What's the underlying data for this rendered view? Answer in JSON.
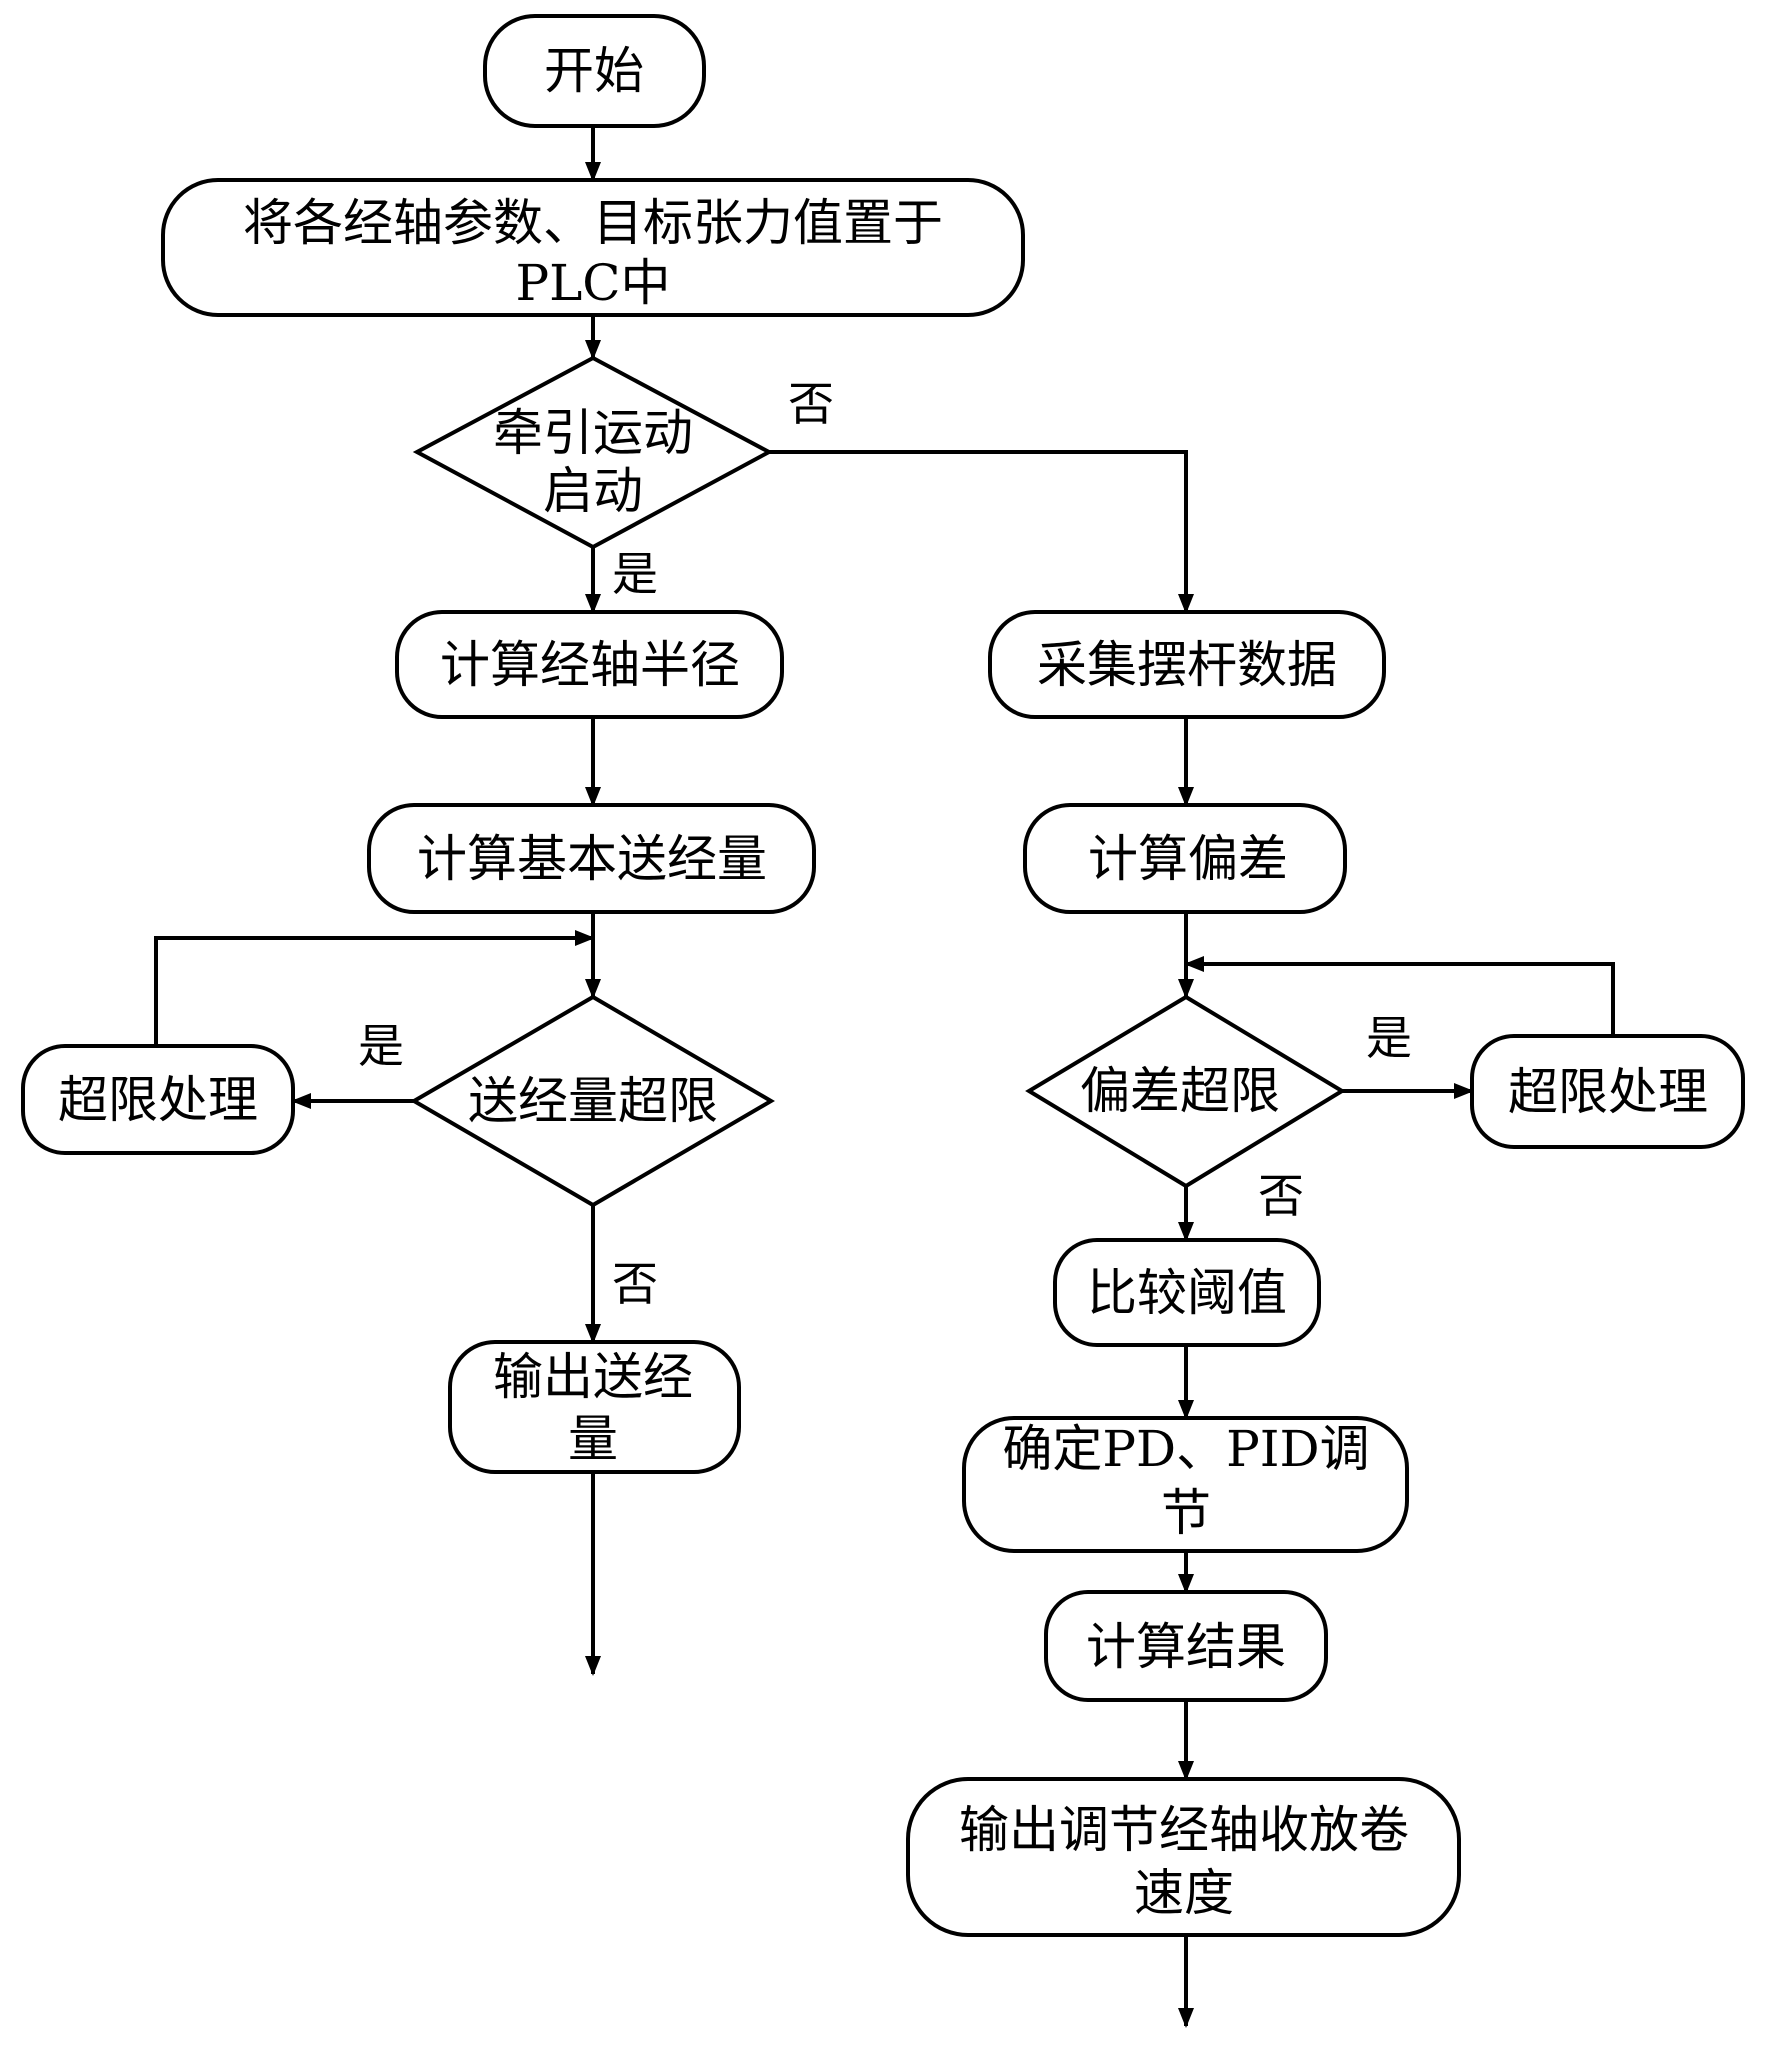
{
  "diagram": {
    "type": "flowchart",
    "colors": {
      "stroke": "#000000",
      "fill": "#ffffff",
      "text": "#000000"
    },
    "nodes": {
      "start": {
        "shape": "terminal",
        "lines": [
          "开始"
        ]
      },
      "set_params": {
        "shape": "process",
        "lines": [
          "将各经轴参数、目标张力值置于",
          "PLC中"
        ]
      },
      "traction_started": {
        "shape": "decision",
        "lines": [
          "牵引运动",
          "启动"
        ]
      },
      "calc_radius": {
        "shape": "process",
        "lines": [
          "计算经轴半径"
        ]
      },
      "calc_base_feed": {
        "shape": "process",
        "lines": [
          "计算基本送经量"
        ]
      },
      "feed_over_limit": {
        "shape": "decision",
        "lines": [
          "送经量超限"
        ]
      },
      "left_overlimit_handle": {
        "shape": "process",
        "lines": [
          "超限处理"
        ]
      },
      "output_feed": {
        "shape": "process",
        "lines": [
          "输出送经",
          "量"
        ]
      },
      "collect_arm_data": {
        "shape": "process",
        "lines": [
          "采集摆杆数据"
        ]
      },
      "calc_deviation": {
        "shape": "process",
        "lines": [
          "计算偏差"
        ]
      },
      "deviation_over_limit": {
        "shape": "decision",
        "lines": [
          "偏差超限"
        ]
      },
      "right_overlimit_handle": {
        "shape": "process",
        "lines": [
          "超限处理"
        ]
      },
      "compare_threshold": {
        "shape": "process",
        "lines": [
          "比较阈值"
        ]
      },
      "determine_pid": {
        "shape": "process",
        "lines": [
          "确定PD、PID调",
          "节"
        ]
      },
      "calc_result": {
        "shape": "process",
        "lines": [
          "计算结果"
        ]
      },
      "output_speed": {
        "shape": "process",
        "lines": [
          "输出调节经轴收放卷",
          "速度"
        ]
      }
    },
    "edges": [
      {
        "from": "start",
        "to": "set_params",
        "label": ""
      },
      {
        "from": "set_params",
        "to": "traction_started",
        "label": ""
      },
      {
        "from": "traction_started",
        "to": "calc_radius",
        "label": "是"
      },
      {
        "from": "traction_started",
        "to": "collect_arm_data",
        "label": "否"
      },
      {
        "from": "calc_radius",
        "to": "calc_base_feed",
        "label": ""
      },
      {
        "from": "calc_base_feed",
        "to": "feed_over_limit",
        "label": ""
      },
      {
        "from": "feed_over_limit",
        "to": "left_overlimit_handle",
        "label": "是"
      },
      {
        "from": "left_overlimit_handle",
        "to": "feed_over_limit",
        "label": ""
      },
      {
        "from": "feed_over_limit",
        "to": "output_feed",
        "label": "否"
      },
      {
        "from": "output_feed",
        "to": "end",
        "label": ""
      },
      {
        "from": "collect_arm_data",
        "to": "calc_deviation",
        "label": ""
      },
      {
        "from": "calc_deviation",
        "to": "deviation_over_limit",
        "label": ""
      },
      {
        "from": "deviation_over_limit",
        "to": "right_overlimit_handle",
        "label": "是"
      },
      {
        "from": "right_overlimit_handle",
        "to": "deviation_over_limit",
        "label": ""
      },
      {
        "from": "deviation_over_limit",
        "to": "compare_threshold",
        "label": "否"
      },
      {
        "from": "compare_threshold",
        "to": "determine_pid",
        "label": ""
      },
      {
        "from": "determine_pid",
        "to": "calc_result",
        "label": ""
      },
      {
        "from": "calc_result",
        "to": "output_speed",
        "label": ""
      },
      {
        "from": "output_speed",
        "to": "end",
        "label": ""
      }
    ],
    "labels": {
      "yes": "是",
      "no": "否"
    }
  }
}
